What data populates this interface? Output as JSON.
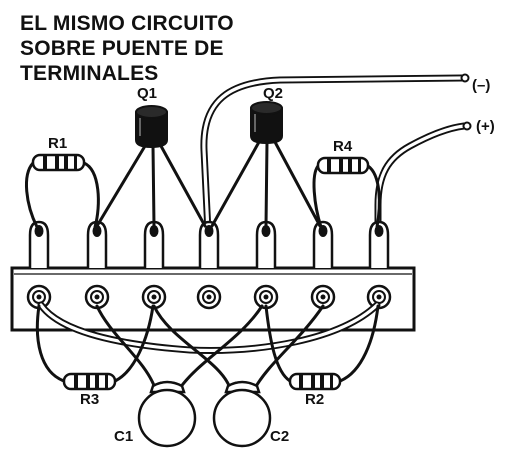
{
  "title": {
    "lines": [
      "EL MISMO CIRCUITO",
      "SOBRE PUENTE DE",
      "TERMINALES"
    ]
  },
  "labels": {
    "q1": "Q1",
    "q2": "Q2",
    "r1": "R1",
    "r2": "R2",
    "r3": "R3",
    "r4": "R4",
    "c1": "C1",
    "c2": "C2",
    "neg": "(–)",
    "pos": "(+)"
  },
  "colors": {
    "ink": "#111111",
    "paper": "#ffffff"
  }
}
